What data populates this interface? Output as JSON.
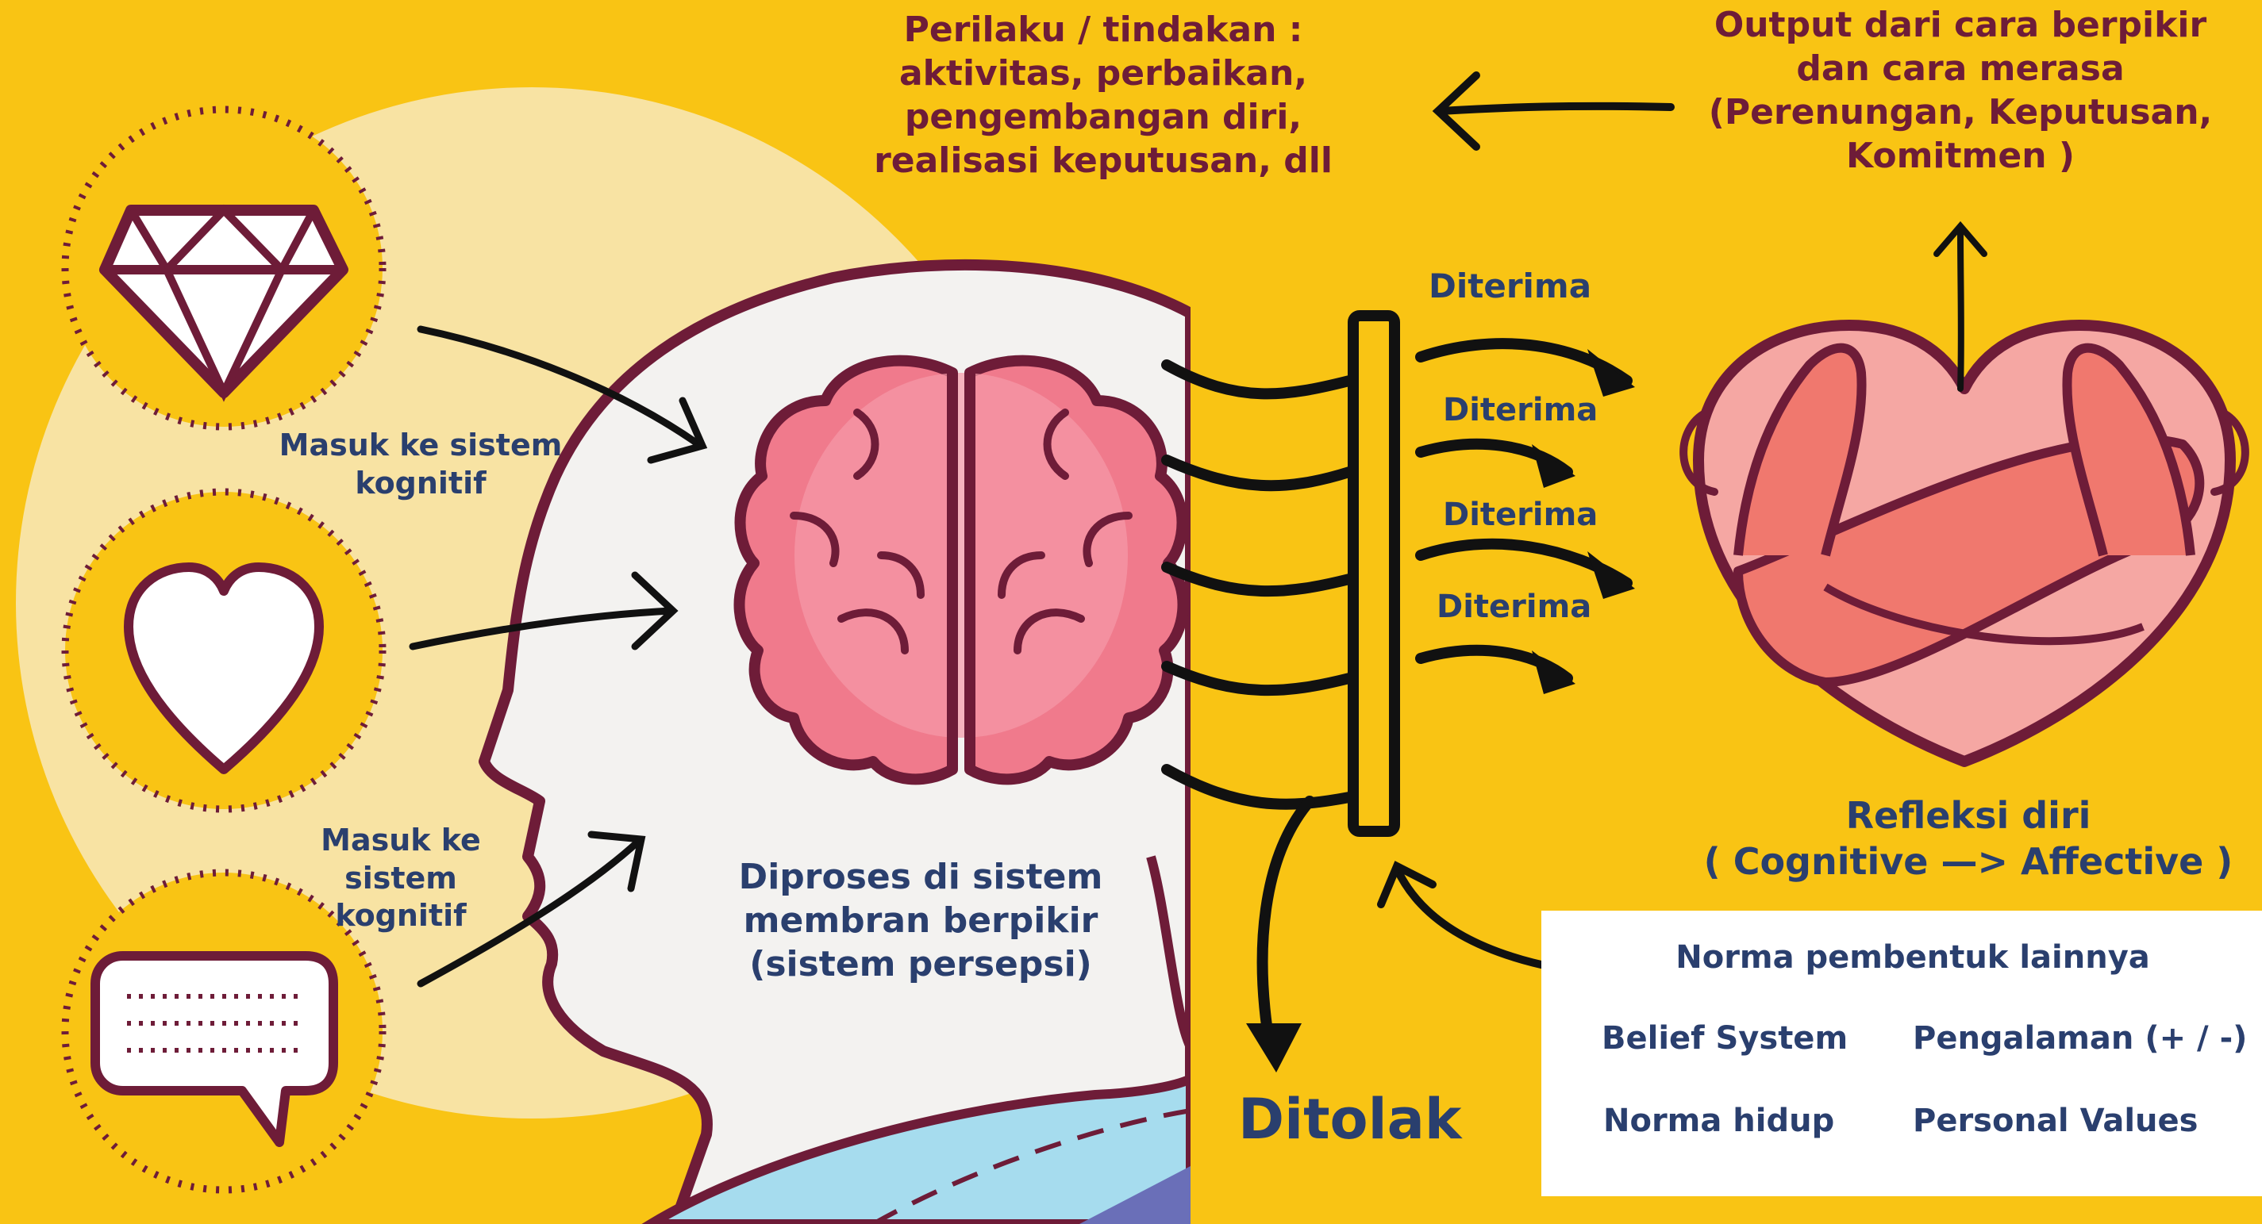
{
  "top_text": {
    "line1": "Perilaku / tindakan :",
    "line2": "aktivitas, perbaikan,",
    "line3": "pengembangan diri,",
    "line4": "realisasi keputusan, dll"
  },
  "output_text": {
    "line1": "Output dari cara berpikir",
    "line2": "dan cara merasa",
    "line3": "(Perenungan, Keputusan,",
    "line4": "Komitmen )"
  },
  "input_label_1": {
    "line1": "Masuk ke sistem",
    "line2": "kognitif"
  },
  "input_label_2": {
    "line1": "Masuk ke",
    "line2": "sistem",
    "line3": "kognitif"
  },
  "process_text": {
    "line1": "Diproses di sistem",
    "line2": "membran berpikir",
    "line3": "(sistem persepsi)"
  },
  "accepted": [
    "Diterima",
    "Diterima",
    "Diterima",
    "Diterima"
  ],
  "rejected": "Ditolak",
  "reflection": {
    "line1": "Refleksi diri",
    "line2": "( Cognitive —> Affective )"
  },
  "norms": {
    "title": "Norma pembentuk lainnya",
    "items": [
      "Belief System",
      "Pengalaman (+ / -)",
      "Norma hidup",
      "Personal Values"
    ]
  },
  "icons": [
    "diamond-icon",
    "heart-icon",
    "speech-bubble-icon",
    "brain-icon",
    "heart-hug-icon"
  ],
  "colors": {
    "background": "#f9c414",
    "circle": "#f8e3a3",
    "outline": "#6e1c38",
    "text_navy": "#2a3f6e",
    "brain_pink": "#f07a8c",
    "heart_pink": "#f5a7a3"
  }
}
